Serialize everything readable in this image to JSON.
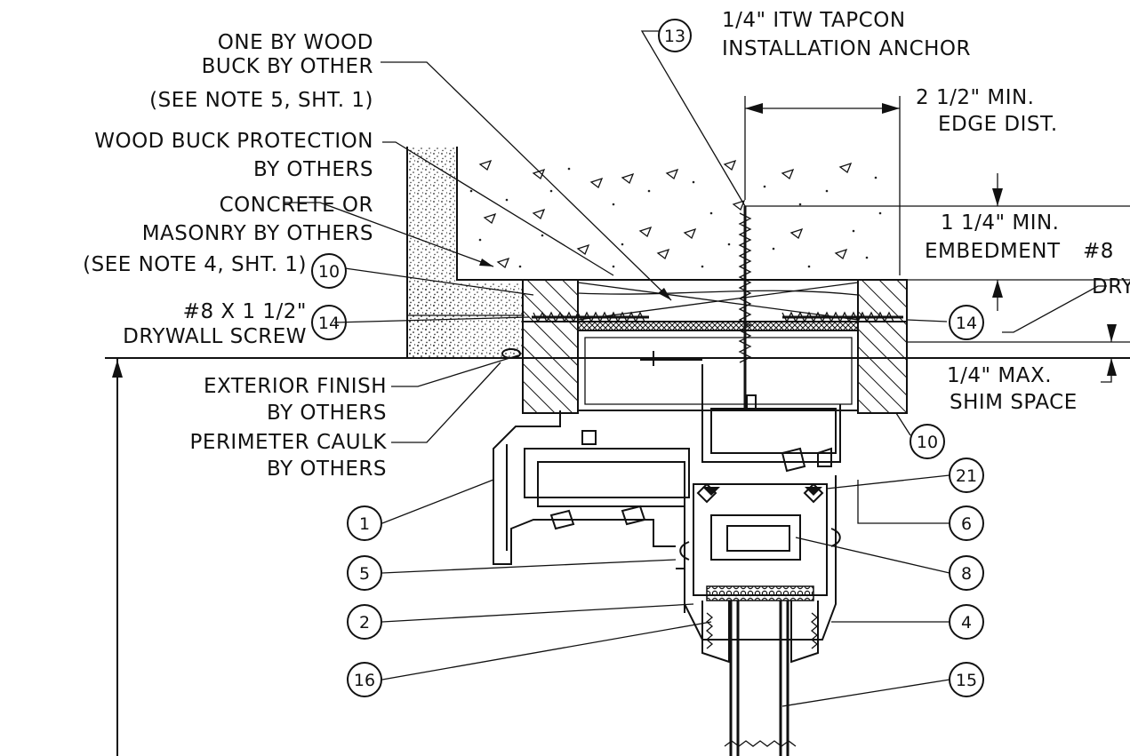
{
  "labels": {
    "one_by_wood": [
      "ONE BY WOOD",
      "BUCK BY OTHER",
      "(SEE NOTE 5, SHT. 1)"
    ],
    "wood_buck_protection": [
      "WOOD BUCK PROTECTION",
      "BY OTHERS"
    ],
    "concrete": [
      "CONCRETE OR",
      "MASONRY BY OTHERS",
      "(SEE NOTE 4, SHT. 1)"
    ],
    "screw_left": [
      "#8 X 1 1/2\"",
      "DRYWALL SCREW"
    ],
    "exterior_finish": [
      "EXTERIOR FINISH",
      "BY OTHERS"
    ],
    "perimeter_caulk": [
      "PERIMETER CAULK",
      "BY OTHERS"
    ],
    "tapcon": [
      "1/4\" ITW TAPCON",
      "INSTALLATION ANCHOR"
    ],
    "edge_dist": [
      "2 1/2\" MIN.",
      "EDGE DIST."
    ],
    "embedment": [
      "1 1/4\" MIN.",
      "EMBEDMENT"
    ],
    "screw_right": [
      "#8",
      "DRY"
    ],
    "shim": [
      "1/4\" MAX.",
      "SHIM SPACE"
    ]
  },
  "callouts": {
    "c13": "13",
    "c10a": "10",
    "c14a": "14",
    "c14b": "14",
    "c10b": "10",
    "c21": "21",
    "c1": "1",
    "c6": "6",
    "c5": "5",
    "c8": "8",
    "c2": "2",
    "c4": "4",
    "c16": "16",
    "c15": "15"
  }
}
